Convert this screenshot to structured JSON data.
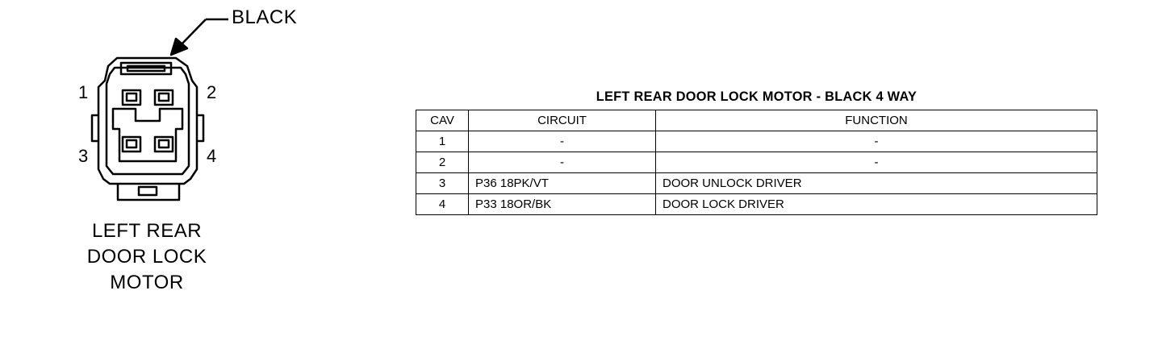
{
  "connector": {
    "color_label": "BLACK",
    "pins": [
      "1",
      "2",
      "3",
      "4"
    ],
    "caption_lines": [
      "LEFT REAR",
      "DOOR LOCK",
      "MOTOR"
    ]
  },
  "table": {
    "title": "LEFT REAR DOOR LOCK MOTOR - BLACK 4 WAY",
    "headers": [
      "CAV",
      "CIRCUIT",
      "FUNCTION"
    ],
    "rows": [
      {
        "cav": "1",
        "circuit": "-",
        "function": "-"
      },
      {
        "cav": "2",
        "circuit": "-",
        "function": "-"
      },
      {
        "cav": "3",
        "circuit": "P36 18PK/VT",
        "function": "DOOR UNLOCK DRIVER"
      },
      {
        "cav": "4",
        "circuit": "P33 18OR/BK",
        "function": "DOOR LOCK DRIVER"
      }
    ]
  }
}
